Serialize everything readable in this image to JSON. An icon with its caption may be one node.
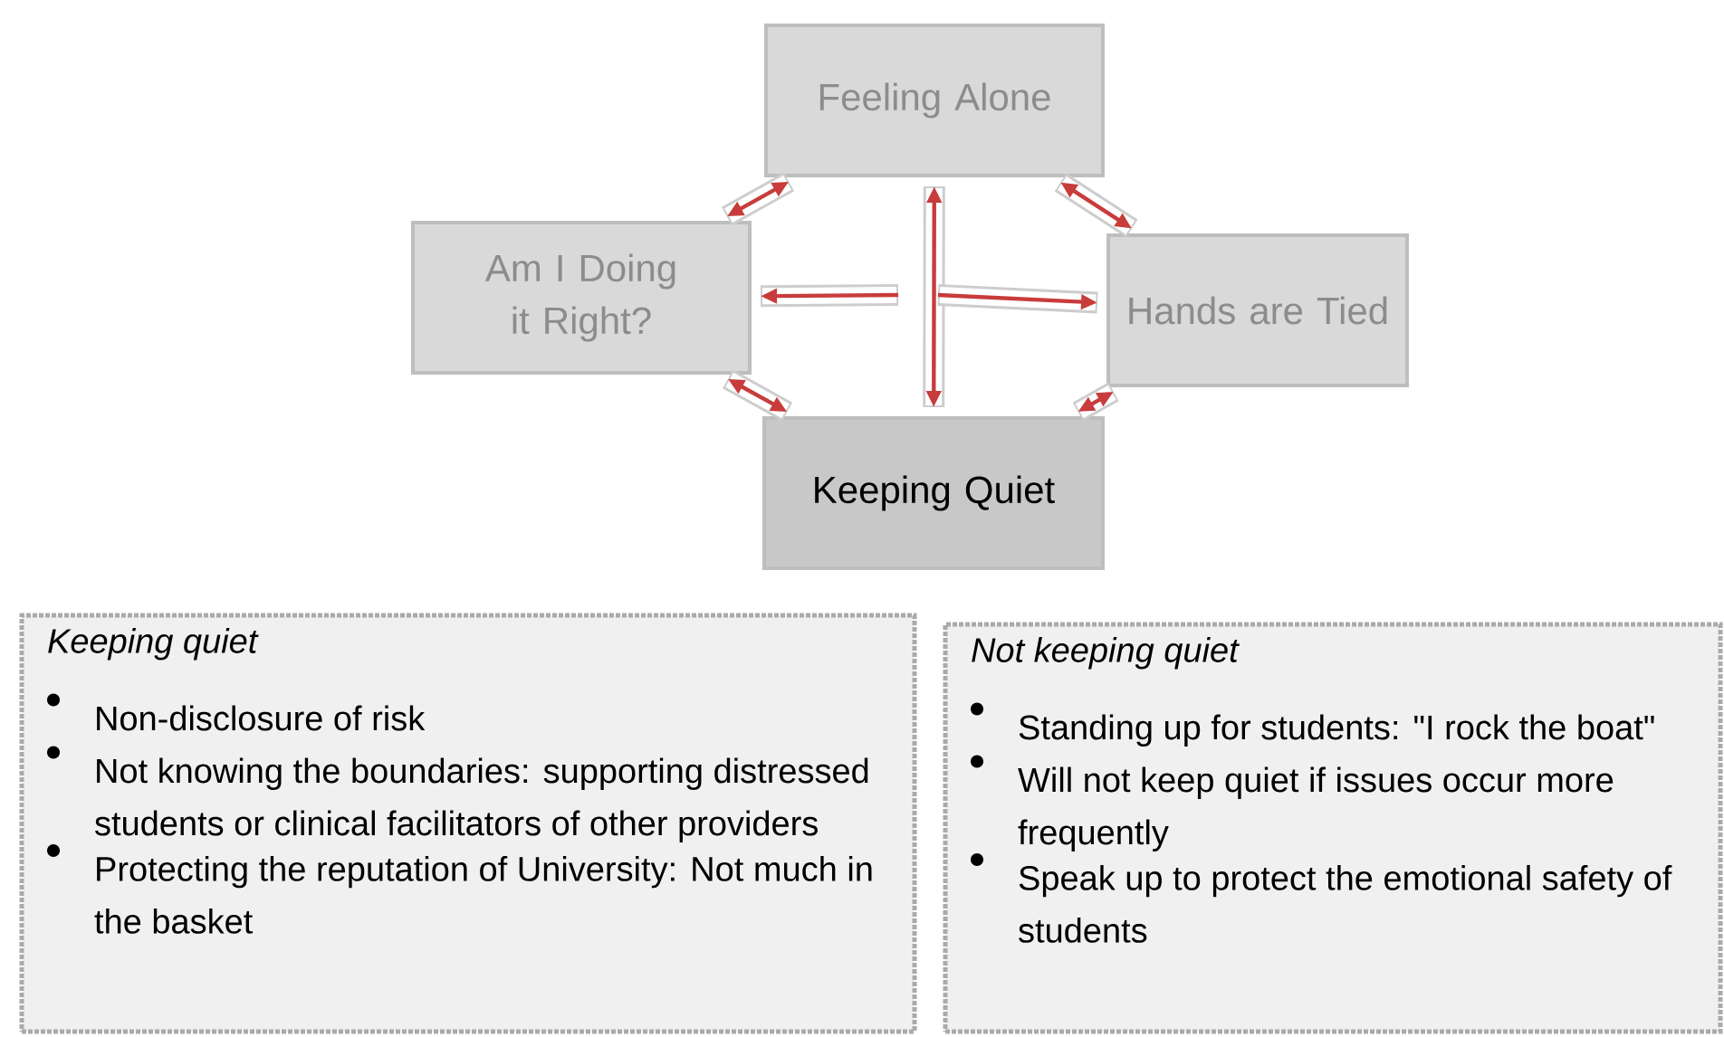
{
  "diagram": {
    "nodes": [
      {
        "text": [
          "Feeling Alone"
        ]
      },
      {
        "text": [
          "Am I Doing it Right?"
        ]
      },
      {
        "text": [
          "Hands are Tied"
        ]
      },
      {
        "text": [
          "Keeping Quiet"
        ]
      },
      {
        "text": [
          "Keeping quiet",
          "Non-disclosure of risk",
          "Not knowing the boundaries: supporting distressed students or clinical facilitators of other providers",
          "Protecting the reputation of University: Not much in the basket"
        ]
      },
      {
        "text": [
          "Not keeping quiet",
          "Standing up for students: \"I rock the boat\"",
          "Will not keep quiet if issues occur more frequently",
          "Speak up to protect the emotional safety of students"
        ]
      }
    ],
    "edges": [
      {
        "from": 1,
        "to": 0,
        "arrow": "both"
      },
      {
        "from": 0,
        "to": 2,
        "arrow": "both"
      },
      {
        "from": 1,
        "to": 3,
        "arrow": "both"
      },
      {
        "from": 3,
        "to": 2,
        "arrow": "both"
      },
      {
        "from": 0,
        "to": 3,
        "arrow": "both"
      },
      {
        "from": null,
        "to": 1,
        "arrow": "to"
      },
      {
        "from": null,
        "to": 2,
        "arrow": "to"
      }
    ]
  }
}
